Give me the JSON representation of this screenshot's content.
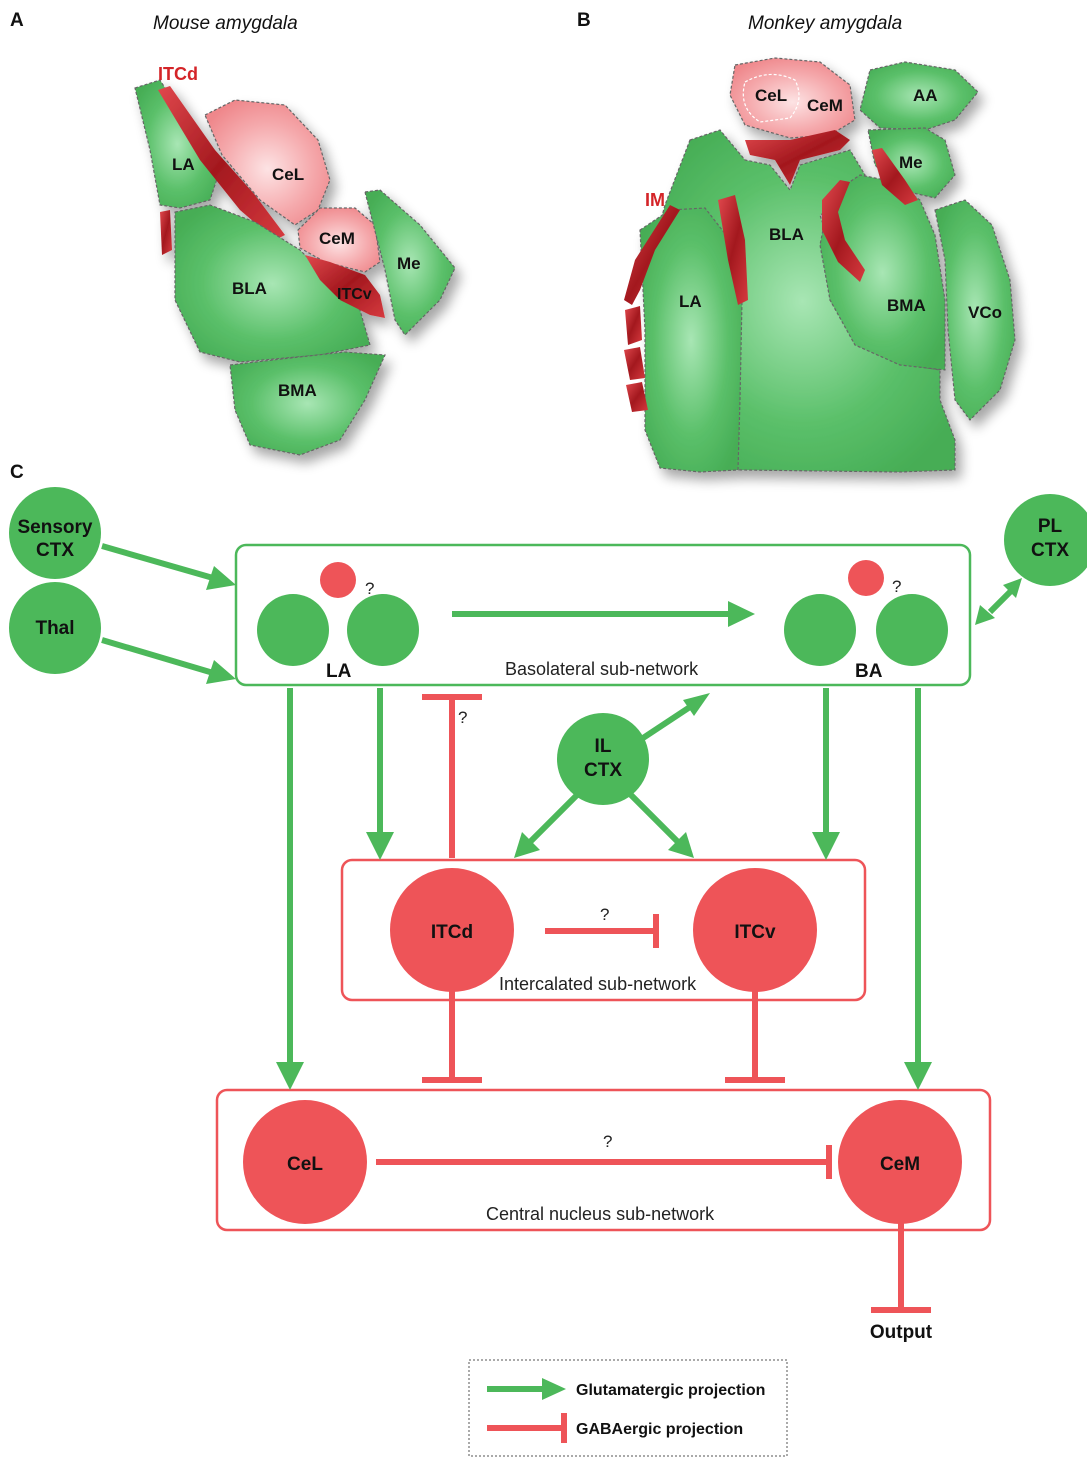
{
  "panels": {
    "a_letter": "A",
    "b_letter": "B",
    "c_letter": "C",
    "a_title": "Mouse amygdala",
    "b_title": "Monkey amygdala"
  },
  "mouse": {
    "itcd": "ITCd",
    "la": "LA",
    "cel": "CeL",
    "cem": "CeM",
    "me": "Me",
    "bla": "BLA",
    "itcv": "ITCv",
    "bma": "BMA"
  },
  "monkey": {
    "cel": "CeL",
    "cem": "CeM",
    "aa": "AA",
    "me": "Me",
    "im": "IM",
    "bla": "BLA",
    "la": "LA",
    "bma": "BMA",
    "vco": "VCo"
  },
  "network": {
    "sensory_l1": "Sensory",
    "sensory_l2": "CTX",
    "thal": "Thal",
    "pl_l1": "PL",
    "pl_l2": "CTX",
    "il_l1": "IL",
    "il_l2": "CTX",
    "la": "LA",
    "ba": "BA",
    "basolateral": "Basolateral sub-network",
    "itcd": "ITCd",
    "itcv": "ITCv",
    "intercalated": "Intercalated sub-network",
    "cel": "CeL",
    "cem": "CeM",
    "central": "Central nucleus sub-network",
    "output": "Output",
    "q": "?"
  },
  "legend": {
    "glutamatergic": "Glutamatergic projection",
    "gabaergic": "GABAergic projection"
  },
  "colors": {
    "green": "#4cb85a",
    "red": "#ee5458",
    "dark_red": "#c1272d",
    "light_red": "#f4a5a8"
  }
}
